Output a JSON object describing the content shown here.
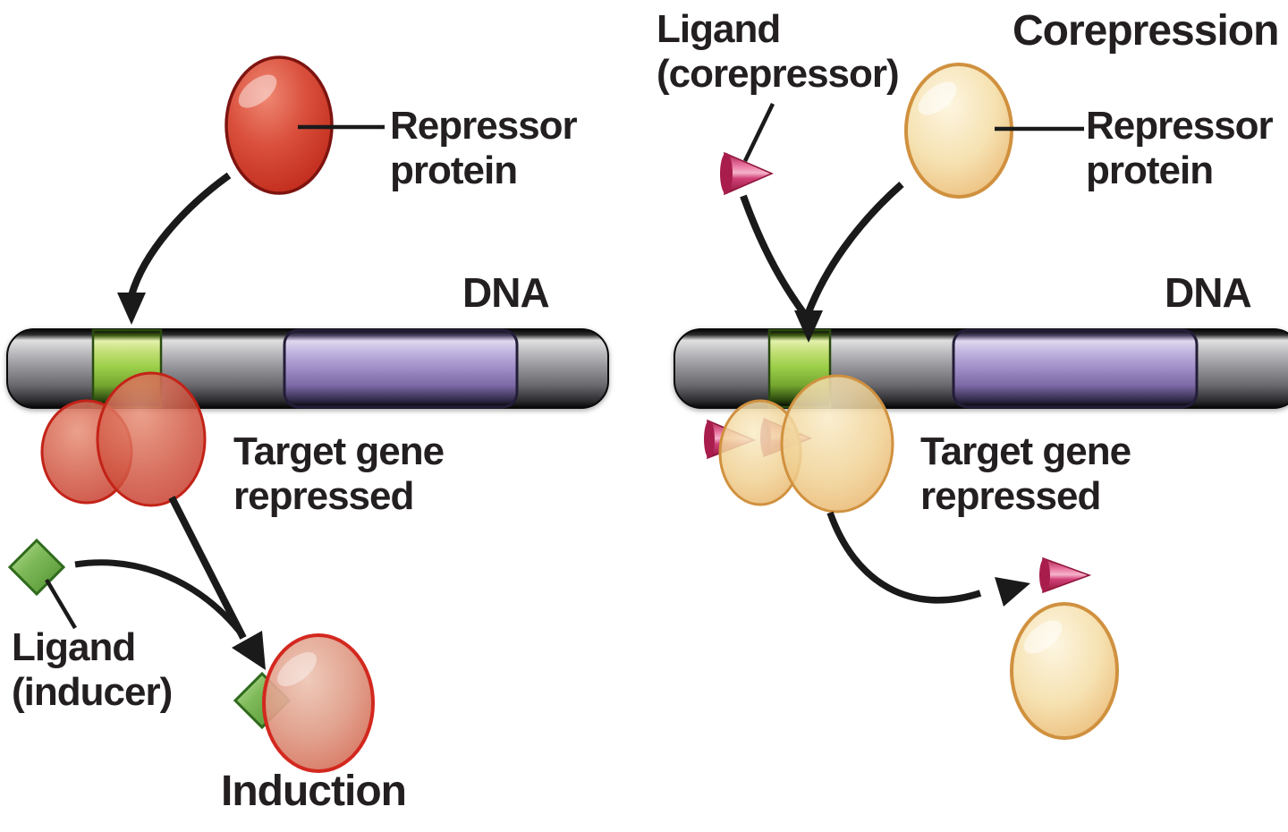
{
  "left_panel": {
    "repressor_protein_label": "Repressor\nprotein",
    "dna_label": "DNA",
    "target_gene_label": "Target gene\nrepressed",
    "ligand_label": "Ligand\n(inducer)",
    "induction_label": "Induction"
  },
  "right_panel": {
    "title": "Corepression",
    "ligand_label": "Ligand\n(corepressor)",
    "repressor_protein_label": "Repressor\nprotein",
    "dna_label": "DNA",
    "target_gene_label": "Target gene\nrepressed"
  },
  "colors": {
    "background": "#ffffff",
    "text": "#231f20",
    "repressor_red": "#cf3a2d",
    "repressor_red_border": "#7e1410",
    "induced_salmon": "#dd8b76",
    "repressor_tan": "#f2d9a4",
    "repressor_tan_border": "#d0913f",
    "ligand_green": "#6fb04a",
    "ligand_green_border": "#2f6a1d",
    "ligand_pink": "#c72a5e",
    "dna_grey": "#87878c",
    "operator_green": "#8cc63e",
    "gene_purple": "#9a87c4",
    "arrow_black": "#1a1a1a"
  },
  "icons": {
    "red_ellipse": "repressor-protein",
    "tan_ellipse": "repressor-protein",
    "green_diamond": "inducer-ligand",
    "pink_cone": "corepressor-ligand",
    "segmented_bar": "dna-strand"
  }
}
